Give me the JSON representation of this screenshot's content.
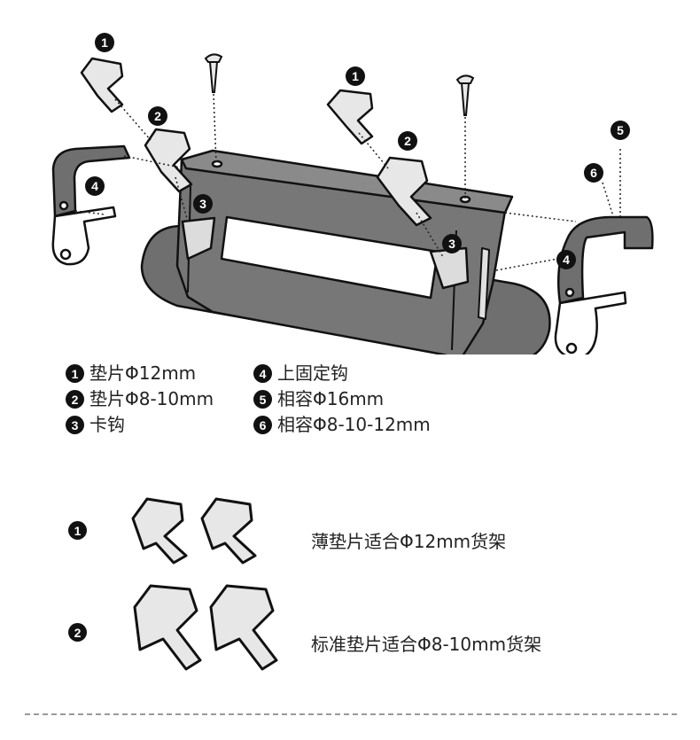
{
  "diagram": {
    "callouts": [
      {
        "number": "1"
      },
      {
        "number": "2"
      },
      {
        "number": "3"
      },
      {
        "number": "4"
      },
      {
        "number": "1"
      },
      {
        "number": "2"
      },
      {
        "number": "3"
      },
      {
        "number": "4"
      },
      {
        "number": "5"
      },
      {
        "number": "6"
      }
    ]
  },
  "legend": {
    "left": [
      {
        "number": "1",
        "text": "垫片Φ12mm"
      },
      {
        "number": "2",
        "text": "垫片Φ8-10mm"
      },
      {
        "number": "3",
        "text": "卡钩"
      }
    ],
    "right": [
      {
        "number": "4",
        "text": "上固定钩"
      },
      {
        "number": "5",
        "text": "相容Φ16mm"
      },
      {
        "number": "6",
        "text": "相容Φ8-10-12mm"
      }
    ]
  },
  "pads": [
    {
      "number": "1",
      "text": "薄垫片适合Φ12mm货架"
    },
    {
      "number": "2",
      "text": "标准垫片适合Φ8-10mm货架"
    }
  ],
  "colors": {
    "part_fill": "#6f6f6f",
    "part_stroke": "#111111",
    "pad_fill": "#e7e7e7",
    "dotted_guide": "#222222",
    "divider": "#9a9a9a"
  }
}
